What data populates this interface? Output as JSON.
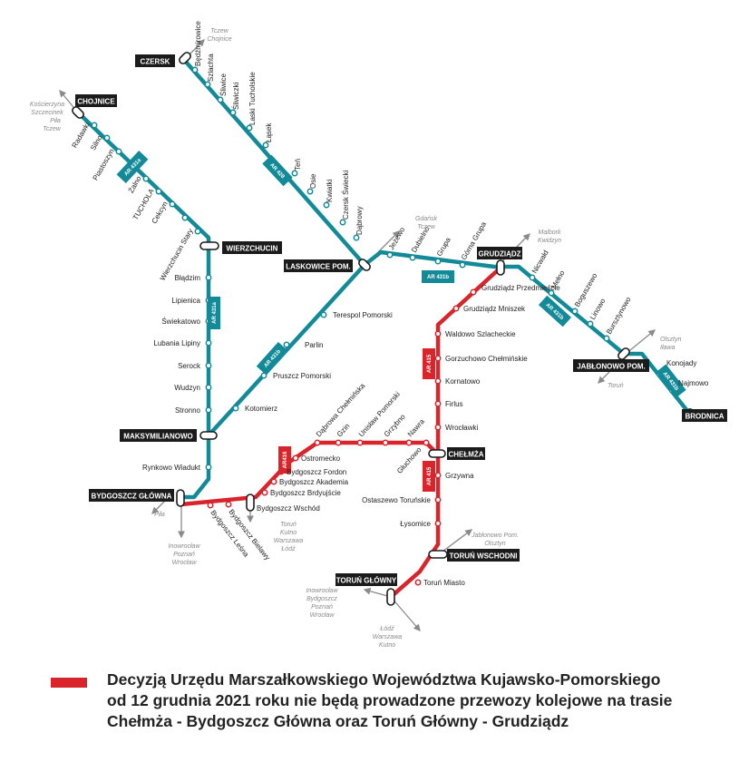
{
  "colors": {
    "teal": "#138a98",
    "red": "#d8242a",
    "terminal": "#1b1b1b",
    "direction": "#8a8a8a"
  },
  "terminals": {
    "czersk": "CZERSK",
    "chojnice": "CHOJNICE",
    "wierzchucin": "WIERZCHUCIN",
    "laskowice": "LASKOWICE POM.",
    "grudziadz": "GRUDZIĄDZ",
    "jablonowo": "JABŁONOWO POM.",
    "brodnica": "BRODNICA",
    "maksymilianowo": "MAKSYMILIANOWO",
    "chelmza": "CHEŁMŻA",
    "bydgoszcz": "BYDGOSZCZ GŁÓWNA",
    "torun_wschodni": "TORUŃ WSCHODNI",
    "torun_glowny": "TORUŃ GŁÓWNY"
  },
  "line_labels": {
    "ar428": "AR 428",
    "ar431a_chojnice": "AR 431a",
    "ar431a_wierzchucin": "AR 431a",
    "ar431b_laskowice": "AR 431b",
    "ar431b_grudziadz": "AR 431b",
    "ar431b_jablonowo": "AR 431b",
    "ar431b_maksymilianowo": "AR 431b",
    "ar415_grudziadz": "AR 415",
    "ar415_chelmza": "AR 415",
    "ar416": "AR416"
  },
  "stations": {
    "bedzmirowice": "Będźmirowice",
    "szlachta": "Szlachta",
    "sliwice": "Śliwice",
    "sliwiczki": "Śliwiczki",
    "laski_tucholskie": "Laski Tucholskie",
    "lasek": "Łąsek",
    "ten": "Teń",
    "osie": "Osie",
    "kwiatki": "Kwiatki",
    "czersk_swiecki": "Czersk Świecki",
    "dabrowy": "Dąbrowy",
    "radawki": "Radawki",
    "silno": "Silno",
    "pawlowo": "Piastoszyn",
    "zalno": "Żalno",
    "tuchola": "TUCHOLA",
    "cekcyn": "Cekcyn",
    "wierzchucin_stary": "Wierzchucin Stary",
    "bladzim": "Błądzim",
    "lipienica": "Lipienica",
    "swiekatowo": "Świekatowo",
    "lubania_lipiny": "Lubania Lipiny",
    "serock": "Serock",
    "wudzyn": "Wudzyn",
    "stronno": "Stronno",
    "rynkowo_wiadukt": "Rynkowo Wiadukt",
    "jezewo": "Jeżewo",
    "dubielno": "Dubielno",
    "grupa": "Grupa",
    "gorna_grupa": "Górna Grupa",
    "terespol": "Terespol Pomorski",
    "parlin": "Parlin",
    "pruszcz": "Pruszcz Pomorski",
    "kotomierz": "Kotomierz",
    "nicwald": "Nicwałd",
    "melno": "Mełno",
    "boguszewo": "Boguszewo",
    "linowo": "Linowo",
    "bursztynowo": "Bursztynowo",
    "konojady": "Konojady",
    "najmowo": "Najmowo",
    "grudziadz_przedm": "Grudziądz Przedmieście",
    "grudziadz_mniszek": "Grudziądz Mniszek",
    "waldowo": "Waldowo Szlacheckie",
    "gorzuchowo": "Gorzuchowo Chełmińskie",
    "kornatowo": "Kornatowo",
    "firlus": "Firlus",
    "wroclawki": "Wrocławki",
    "grzywna": "Grzywna",
    "ostaszewo": "Ostaszewo Toruńskie",
    "lysomice": "Łysomice",
    "torun_miasto": "Toruń Miasto",
    "dabrowa_chelminska": "Dąbrowa Chełmińska",
    "gzin": "Gzin",
    "unislaw": "Unisław Pomorski",
    "grzybno": "Grzybno",
    "nawra": "Nawra",
    "gluchowo": "Głuchowo",
    "ostromecko": "Ostromecko",
    "bydgoszcz_fordon": "Bydgoszcz Fordon",
    "bydgoszcz_akademia": "Bydgoszcz Akademia",
    "bydgoszcz_bydgoszcz_brd": "Bydgoszcz Brdyujście",
    "bydgoszcz_wschod": "Bydgoszcz Wschód",
    "bydgoszcz_lesna": "Bydgoszcz Leśna",
    "bydgoszcz_bielawy": "Bydgoszcz Bielawy"
  },
  "directions": {
    "czersk_1": "Tczew",
    "czersk_2": "Chojnice",
    "chojnice_1": "Kościerzyna",
    "chojnice_2": "Szczecinek",
    "chojnice_3": "Piła",
    "chojnice_4": "Tczew",
    "laskowice_1": "Gdańsk",
    "laskowice_2": "Tczew",
    "grudziadz_1": "Malbork",
    "grudziadz_2": "Kwidzyn",
    "jablonowo_1": "Olsztyn",
    "jablonowo_2": "Iława",
    "jablonowo_3": "Toruń",
    "bydgoszcz_w": "Piła",
    "bydgoszcz_s1": "Inowrocław",
    "bydgoszcz_s2": "Poznań",
    "bydgoszcz_s3": "Wrocław",
    "wschod_1": "Toruń",
    "wschod_2": "Kutno",
    "wschod_3": "Warszawa",
    "wschod_4": "Łódź",
    "torun_w_1": "Jabłonowo Pom.",
    "torun_w_2": "Olsztyn",
    "torun_g_w1": "Inowrocław",
    "torun_g_w2": "Bydgoszcz",
    "torun_g_w3": "Poznań",
    "torun_g_w4": "Wrocław",
    "torun_g_s1": "Łódź",
    "torun_g_s2": "Warszawa",
    "torun_g_s3": "Kutno"
  },
  "legend": {
    "swatch_color": "#d8242a",
    "line1": "Decyzją Urzędu Marszałkowskiego Województwa Kujawsko-Pomorskiego",
    "line2": "od 12 grudnia 2021 roku nie będą prowadzone przewozy kolejowe na trasie",
    "line3": "Chełmża - Bydgoszcz Główna oraz Toruń Główny - Grudziądz"
  }
}
